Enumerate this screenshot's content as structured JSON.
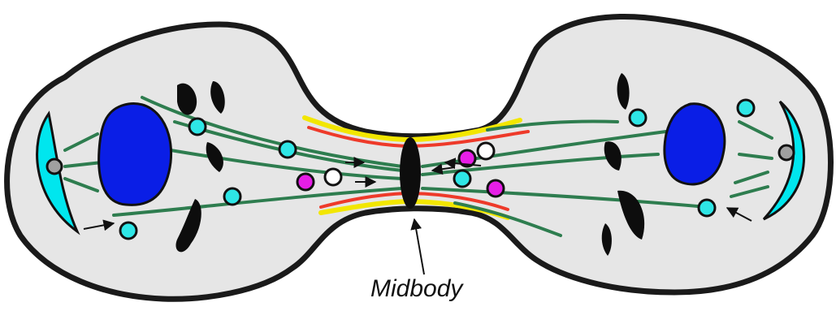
{
  "labels": {
    "midbody": "Midbody"
  },
  "colors": {
    "cytoplasm": "#e6e6e6",
    "membrane": "#1a1a1a",
    "nucleus": "#0a1ee6",
    "centrosome": "#00e6ee",
    "microtubule": "#2e7d4f",
    "vesicle_cyan": "#2ee6e6",
    "vesicle_magenta": "#e61ee6",
    "vesicle_white": "#ffffff",
    "centriole": "#a0a0a0",
    "ring_red": "#ee3a2a",
    "ring_yellow": "#f2e600",
    "organelle": "#0d0d0d"
  },
  "icons": [
    "arrow-icon",
    "nucleus-shape",
    "vesicle-shape",
    "centrosome-shape"
  ]
}
